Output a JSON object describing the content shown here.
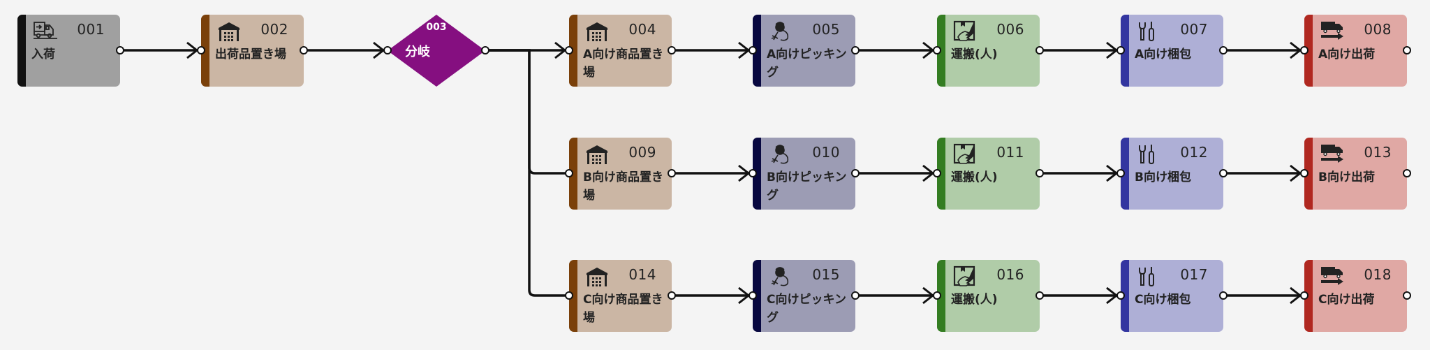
{
  "colors": {
    "background": "#f4f4f4",
    "edge": "#111111",
    "diamond": "#850f80"
  },
  "types": {
    "receiving": {
      "icon": "truck-receiving-icon",
      "bar": "#111111",
      "fill": "#a0a0a0"
    },
    "storage": {
      "icon": "warehouse-icon",
      "bar": "#7a400a",
      "fill": "#cbb6a4"
    },
    "picking": {
      "icon": "picking-worker-icon",
      "bar": "#080840",
      "fill": "#9c9cb4"
    },
    "transport": {
      "icon": "hand-carry-box-icon",
      "bar": "#347d22",
      "fill": "#b0cca8"
    },
    "packing": {
      "icon": "wrench-screwdriver-icon",
      "bar": "#3336a0",
      "fill": "#aeafd6"
    },
    "shipping": {
      "icon": "truck-shipping-icon",
      "bar": "#b02820",
      "fill": "#e0a8a4"
    }
  },
  "nodes": [
    {
      "id": "001",
      "label": "入荷",
      "type": "receiving",
      "col": 0,
      "row": 0
    },
    {
      "id": "002",
      "label": "出荷品置き場",
      "type": "storage",
      "col": 1,
      "row": 0
    },
    {
      "id": "003",
      "label": "分岐",
      "type": "branch",
      "col": 2,
      "row": 0
    },
    {
      "id": "004",
      "label": "A向け商品置き場",
      "type": "storage",
      "col": 3,
      "row": 0
    },
    {
      "id": "005",
      "label": "A向けピッキング",
      "type": "picking",
      "col": 4,
      "row": 0
    },
    {
      "id": "006",
      "label": "運搬(人)",
      "type": "transport",
      "col": 5,
      "row": 0
    },
    {
      "id": "007",
      "label": "A向け梱包",
      "type": "packing",
      "col": 6,
      "row": 0
    },
    {
      "id": "008",
      "label": "A向け出荷",
      "type": "shipping",
      "col": 7,
      "row": 0
    },
    {
      "id": "009",
      "label": "B向け商品置き場",
      "type": "storage",
      "col": 3,
      "row": 1
    },
    {
      "id": "010",
      "label": "B向けピッキング",
      "type": "picking",
      "col": 4,
      "row": 1
    },
    {
      "id": "011",
      "label": "運搬(人)",
      "type": "transport",
      "col": 5,
      "row": 1
    },
    {
      "id": "012",
      "label": "B向け梱包",
      "type": "packing",
      "col": 6,
      "row": 1
    },
    {
      "id": "013",
      "label": "B向け出荷",
      "type": "shipping",
      "col": 7,
      "row": 1
    },
    {
      "id": "014",
      "label": "C向け商品置き場",
      "type": "storage",
      "col": 3,
      "row": 2
    },
    {
      "id": "015",
      "label": "C向けピッキング",
      "type": "picking",
      "col": 4,
      "row": 2
    },
    {
      "id": "016",
      "label": "運搬(人)",
      "type": "transport",
      "col": 5,
      "row": 2
    },
    {
      "id": "017",
      "label": "C向け梱包",
      "type": "packing",
      "col": 6,
      "row": 2
    },
    {
      "id": "018",
      "label": "C向け出荷",
      "type": "shipping",
      "col": 7,
      "row": 2
    }
  ],
  "edges": [
    {
      "from": "001",
      "to": "002"
    },
    {
      "from": "002",
      "to": "003"
    },
    {
      "from": "003",
      "to": "004"
    },
    {
      "from": "003",
      "to": "009"
    },
    {
      "from": "003",
      "to": "014"
    },
    {
      "from": "004",
      "to": "005"
    },
    {
      "from": "005",
      "to": "006"
    },
    {
      "from": "006",
      "to": "007"
    },
    {
      "from": "007",
      "to": "008"
    },
    {
      "from": "009",
      "to": "010"
    },
    {
      "from": "010",
      "to": "011"
    },
    {
      "from": "011",
      "to": "012"
    },
    {
      "from": "012",
      "to": "013"
    },
    {
      "from": "014",
      "to": "015"
    },
    {
      "from": "015",
      "to": "016"
    },
    {
      "from": "016",
      "to": "017"
    },
    {
      "from": "017",
      "to": "018"
    }
  ]
}
